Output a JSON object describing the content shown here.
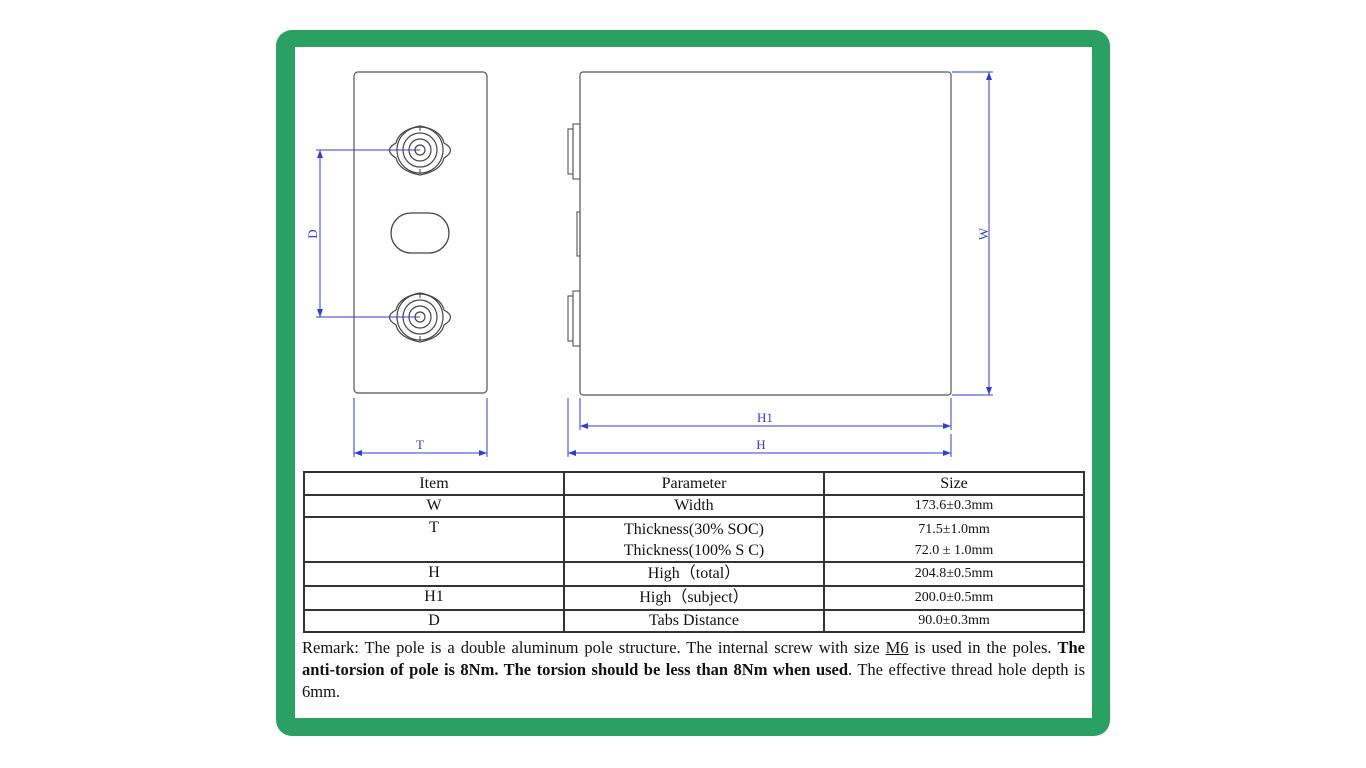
{
  "drawing_labels": {
    "d": "D",
    "w": "W",
    "t": "T",
    "h1": "H1",
    "h": "H"
  },
  "colors": {
    "frame": "#2ba063",
    "dimension": "#2f3fd6",
    "outline": "#555555"
  },
  "table": {
    "headers": [
      "Item",
      "Parameter",
      "Size"
    ],
    "rows": [
      {
        "item": "W",
        "params": [
          "Width"
        ],
        "sizes": [
          "173.6±0.3mm"
        ]
      },
      {
        "item": "T",
        "params": [
          "Thickness(30% SOC)",
          "Thickness(100% S C)"
        ],
        "sizes": [
          "71.5±1.0mm",
          "72.0 ± 1.0mm"
        ]
      },
      {
        "item": "H",
        "params": [
          "High（total）"
        ],
        "sizes": [
          "204.8±0.5mm"
        ]
      },
      {
        "item": "H1",
        "params": [
          "High（subject）"
        ],
        "sizes": [
          "200.0±0.5mm"
        ]
      },
      {
        "item": "D",
        "params": [
          "Tabs Distance"
        ],
        "sizes": [
          "90.0±0.3mm"
        ]
      }
    ]
  },
  "remark": {
    "p1": "Remark: The pole is a double aluminum pole structure. The internal screw with size ",
    "p2": "M6",
    "p3": " is used in the poles. ",
    "bold": "The anti-torsion of pole is 8Nm. The torsion should be less than 8Nm when used",
    "p4": ". The effective thread hole depth is 6mm."
  }
}
